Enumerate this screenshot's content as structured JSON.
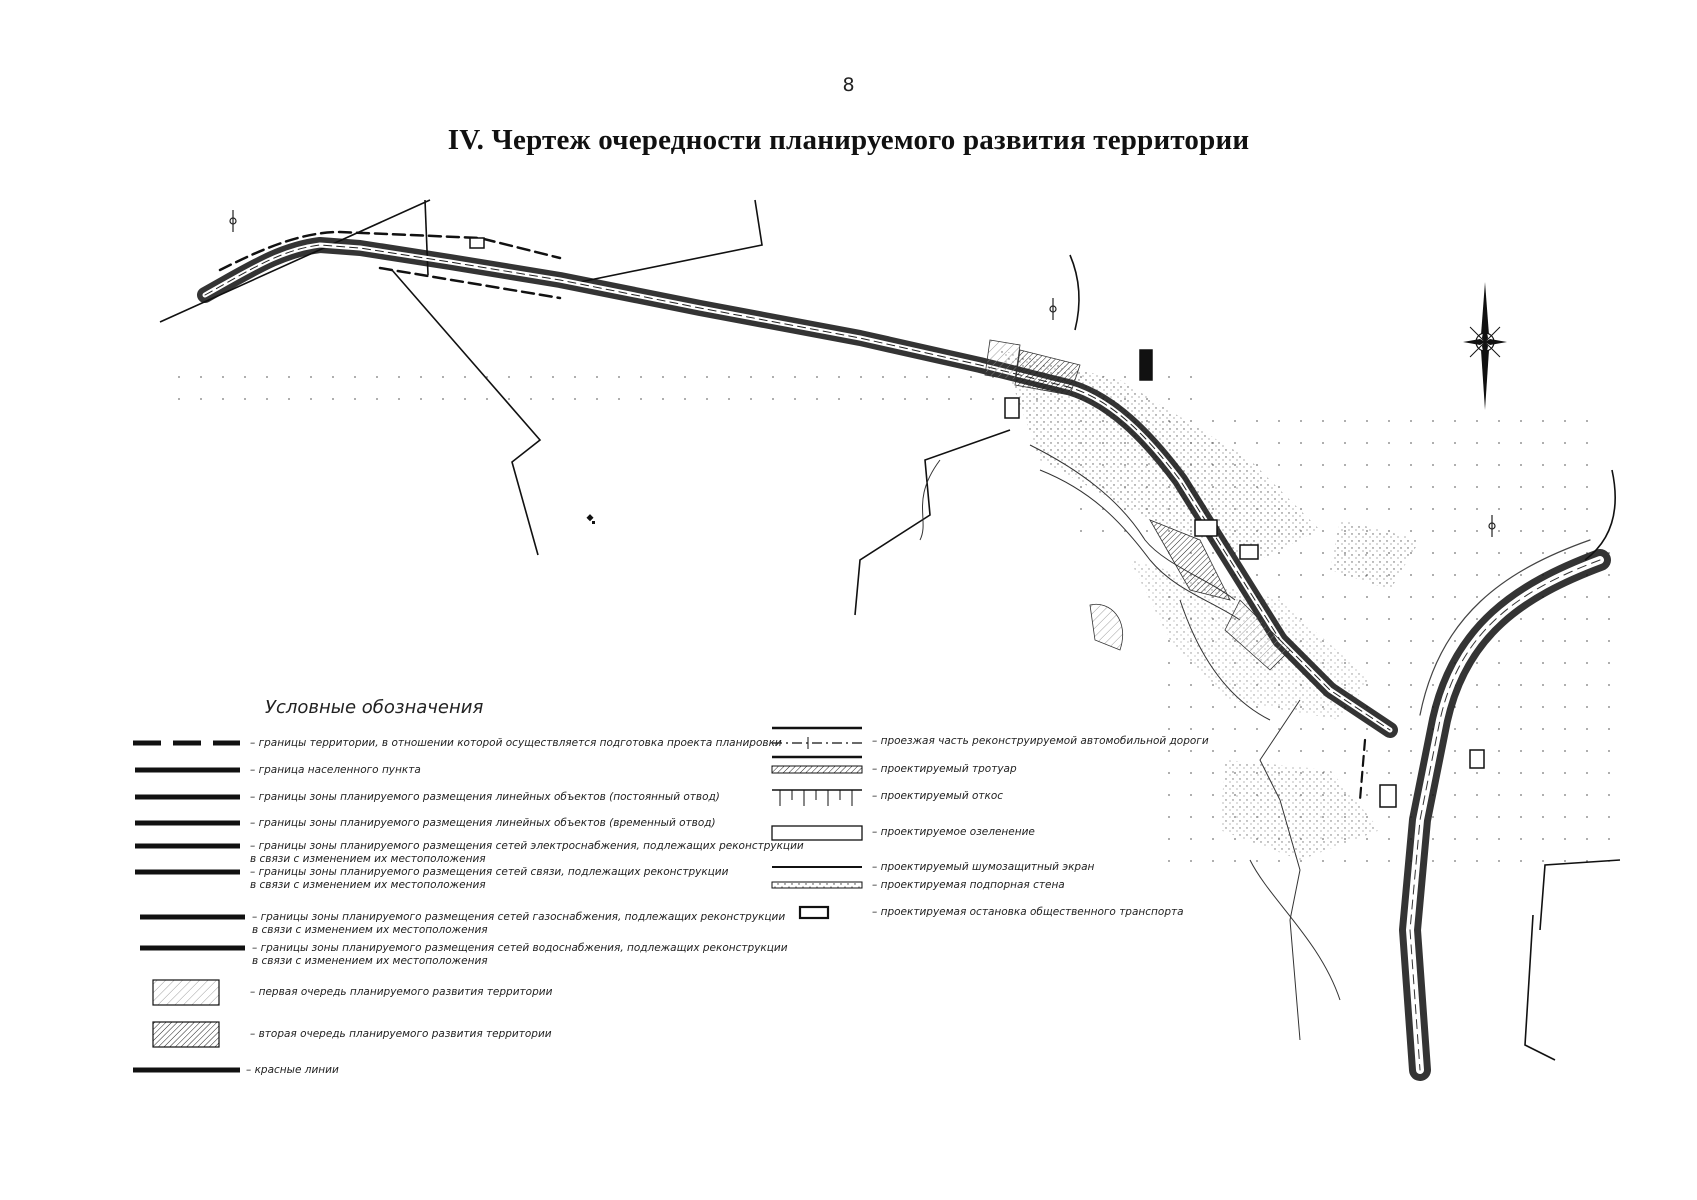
{
  "page_number": "8",
  "title": "IV. Чертеж очередности планируемого развития территории",
  "legend": {
    "title": "Условные обозначения",
    "left_items": [
      {
        "symbol": "dashed-thick",
        "text": "– границы территории, в отношении которой осуществляется подготовка проекта планировки"
      },
      {
        "symbol": "thick-line",
        "text": "– граница населенного пункта"
      },
      {
        "symbol": "thick-line",
        "text": "– границы зоны планируемого размещения линейных объектов (постоянный отвод)"
      },
      {
        "symbol": "thick-line",
        "text": "– границы зоны планируемого размещения линейных объектов (временный отвод)"
      },
      {
        "symbol": "thick-line",
        "text": "– границы зоны планируемого размещения сетей электроснабжения, подлежащих реконструкции\nв связи с изменением их местоположения"
      },
      {
        "symbol": "thick-line",
        "text": "– границы зоны планируемого размещения сетей связи, подлежащих реконструкции\nв связи с изменением их местоположения"
      },
      {
        "symbol": "thick-line",
        "text": "– границы зоны планируемого размещения сетей газоснабжения, подлежащих реконструкции\nв связи с изменением их местоположения"
      },
      {
        "symbol": "thick-line",
        "text": "– границы зоны планируемого размещения сетей водоснабжения, подлежащих реконструкции\nв связи с изменением их местоположения"
      },
      {
        "symbol": "hatch-light",
        "text": "– первая очередь планируемого развития территории"
      },
      {
        "symbol": "hatch-dense",
        "text": "– вторая очередь планируемого развития территории"
      },
      {
        "symbol": "thick-line",
        "text": "– красные линии"
      }
    ],
    "right_items": [
      {
        "symbol": "road-carriageway",
        "text": "– проезжая часть реконструируемой автомобильной дороги"
      },
      {
        "symbol": "sidewalk",
        "text": "– проектируемый тротуар"
      },
      {
        "symbol": "slope",
        "text": "– проектируемый откос"
      },
      {
        "symbol": "greenery",
        "text": "– проектируемое озеленение"
      },
      {
        "symbol": "noise-screen",
        "text": "– проектируемый шумозащитный экран"
      },
      {
        "symbol": "retaining-wall",
        "text": "– проектируемая подпорная стена"
      },
      {
        "symbol": "bus-stop",
        "text": "– проектируемая остановка общественного транспорта"
      }
    ]
  }
}
